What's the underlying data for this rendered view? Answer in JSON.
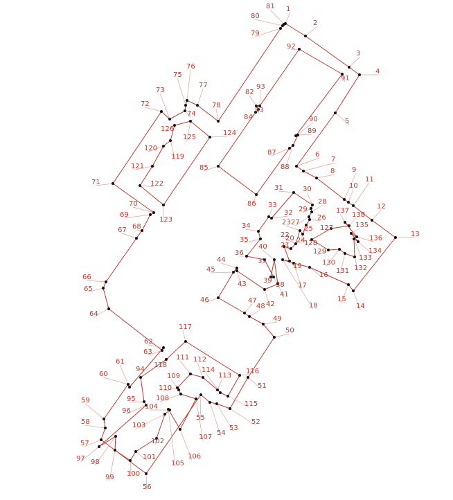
{
  "diagram": {
    "line_color": "#c0392b",
    "point_color": "#111111",
    "label_color": "#c0392b",
    "labels": [
      "1",
      "2",
      "3",
      "4",
      "5",
      "6",
      "7",
      "8",
      "9",
      "10",
      "11",
      "12",
      "13",
      "14",
      "15",
      "16",
      "17",
      "18",
      "19",
      "20",
      "21",
      "22",
      "23",
      "24",
      "25",
      "26",
      "27",
      "28",
      "29",
      "30",
      "31",
      "32",
      "33",
      "34",
      "35",
      "36",
      "37",
      "38",
      "39",
      "40",
      "41",
      "42",
      "43",
      "44",
      "45",
      "46",
      "47",
      "48",
      "49",
      "50",
      "51",
      "52",
      "53",
      "54",
      "55",
      "56",
      "57",
      "58",
      "59",
      "60",
      "61",
      "62",
      "63",
      "64",
      "65",
      "66",
      "67",
      "68",
      "69",
      "70",
      "71",
      "72",
      "73",
      "74",
      "75",
      "76",
      "77",
      "78",
      "79",
      "80",
      "81",
      "82",
      "83",
      "84",
      "85",
      "86",
      "87",
      "88",
      "89",
      "90",
      "91",
      "92",
      "93",
      "94",
      "95",
      "96",
      "97",
      "98",
      "99",
      "100",
      "101",
      "102",
      "103",
      "104",
      "105",
      "106",
      "107",
      "108",
      "109",
      "110",
      "111",
      "112",
      "113",
      "114",
      "115",
      "116",
      "117",
      "118",
      "119",
      "120",
      "121",
      "122",
      "123",
      "124",
      "125",
      "126",
      "127",
      "128",
      "129",
      "130",
      "131",
      "132",
      "133",
      "134",
      "135",
      "136",
      "137",
      "138"
    ]
  }
}
